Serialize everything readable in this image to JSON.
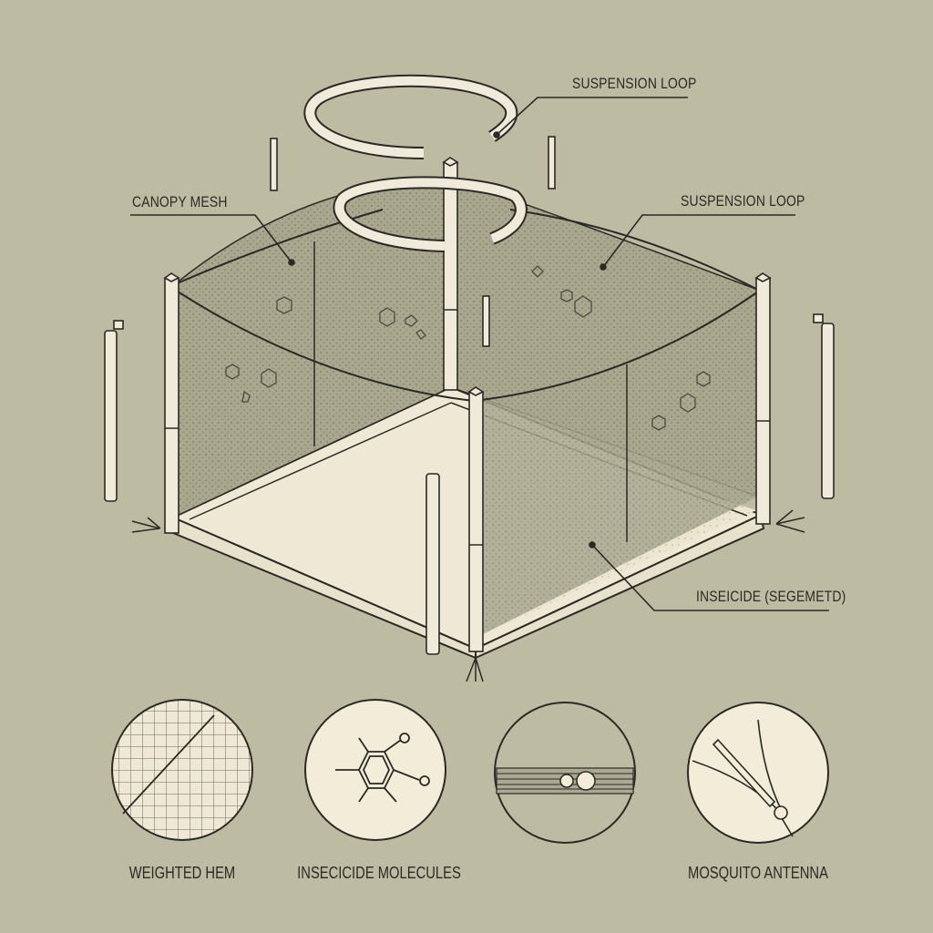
{
  "diagram": {
    "background": "#bdbca3",
    "ink": "#2a2a26",
    "paper": "#f2ecd9",
    "mesh": "#a7a68c",
    "callouts": [
      {
        "id": "suspension-loop-top",
        "text": "SUSPENSION LOOP"
      },
      {
        "id": "canopy-mesh",
        "text": "CANOPY MESH"
      },
      {
        "id": "suspension-loop-right",
        "text": "SUSPENSION LOOP"
      },
      {
        "id": "insecticide-segmented",
        "text": "INSEICIDE (SEGEMETD)"
      }
    ],
    "details": [
      {
        "id": "weighted-hem",
        "caption": "WEIGHTED HEM",
        "icon": "mesh-grid"
      },
      {
        "id": "insecticide-molecules",
        "caption": "INSECICIDE MOLECULES",
        "icon": "benzene-ring"
      },
      {
        "id": "seam-clip",
        "caption": "",
        "icon": "seam-clip"
      },
      {
        "id": "mosquito-antenna",
        "caption": "MOSQUITO ANTENNA",
        "icon": "antenna"
      }
    ]
  }
}
